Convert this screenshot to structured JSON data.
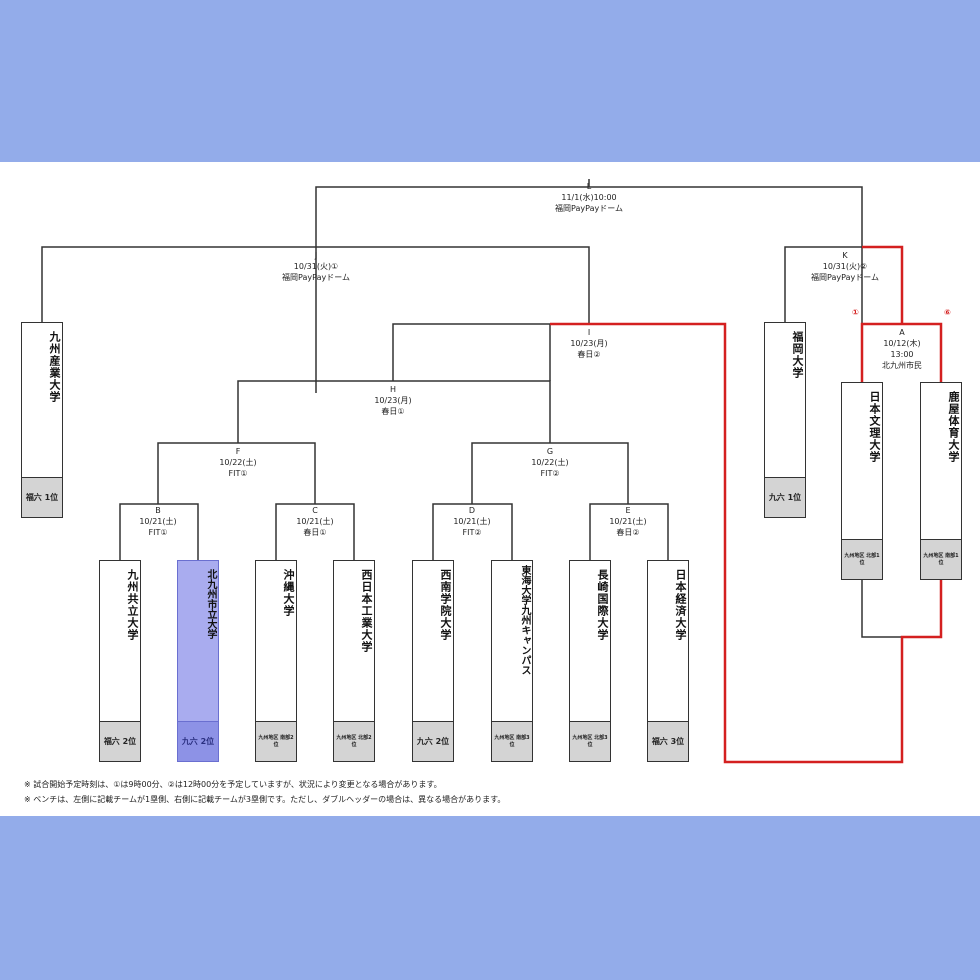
{
  "matches": {
    "L": {
      "id": "L",
      "date": "11/1(水)10:00",
      "venue": "福岡PayPayドーム"
    },
    "J": {
      "id": "J",
      "date": "10/31(火)①",
      "venue": "福岡PayPayドーム"
    },
    "K": {
      "id": "K",
      "date": "10/31(火)②",
      "venue": "福岡PayPayドーム"
    },
    "I": {
      "id": "I",
      "date": "10/23(月)",
      "venue": "春日②"
    },
    "A": {
      "id": "A",
      "date": "10/12(木)",
      "time": "13:00",
      "venue": "北九州市民"
    },
    "H": {
      "id": "H",
      "date": "10/23(月)",
      "venue": "春日①"
    },
    "F": {
      "id": "F",
      "date": "10/22(土)",
      "venue": "FIT①"
    },
    "G": {
      "id": "G",
      "date": "10/22(土)",
      "venue": "FIT②"
    },
    "B": {
      "id": "B",
      "date": "10/21(土)",
      "venue": "FIT①"
    },
    "C": {
      "id": "C",
      "date": "10/21(土)",
      "venue": "春日①"
    },
    "D": {
      "id": "D",
      "date": "10/21(土)",
      "venue": "FIT②"
    },
    "E": {
      "id": "E",
      "date": "10/21(土)",
      "venue": "春日②"
    }
  },
  "teams": [
    {
      "name": "九州産業大学",
      "qual": "福六 1位",
      "highlight": false
    },
    {
      "name": "九州共立大学",
      "qual": "福六 2位",
      "highlight": false
    },
    {
      "name": "北九州市立大学",
      "qual": "九六 2位",
      "highlight": true
    },
    {
      "name": "沖縄大学",
      "qual": "九州地区 南部2位",
      "highlight": false
    },
    {
      "name": "西日本工業大学",
      "qual": "九州地区 北部2位",
      "highlight": false
    },
    {
      "name": "西南学院大学",
      "qual": "九六 2位",
      "highlight": false
    },
    {
      "name": "東海大学九州キャンパス",
      "qual": "九州地区 南部3位",
      "highlight": false
    },
    {
      "name": "長崎国際大学",
      "qual": "九州地区 北部3位",
      "highlight": false
    },
    {
      "name": "日本経済大学",
      "qual": "福六 3位",
      "highlight": false
    },
    {
      "name": "福岡大学",
      "qual": "九六 1位",
      "highlight": false
    },
    {
      "name": "日本文理大学",
      "qual": "九州地区 北部1位",
      "highlight": false
    },
    {
      "name": "鹿屋体育大学",
      "qual": "九州地区 南部1位",
      "highlight": false
    }
  ],
  "seeds": {
    "left": "①",
    "right": "⑥"
  },
  "notes": [
    "※ 試合開始予定時刻は、①は9時00分、②は12時00分を予定していますが、状況により変更となる場合があります。",
    "※ ベンチは、左側に記載チームが1塁側、右側に記載チームが3塁側です。ただし、ダブルヘッダーの場合は、異なる場合があります。"
  ],
  "colors": {
    "page_bg": "#93acea",
    "line": "#333333",
    "winner_line": "#d42020",
    "highlight": "#a9acef"
  }
}
